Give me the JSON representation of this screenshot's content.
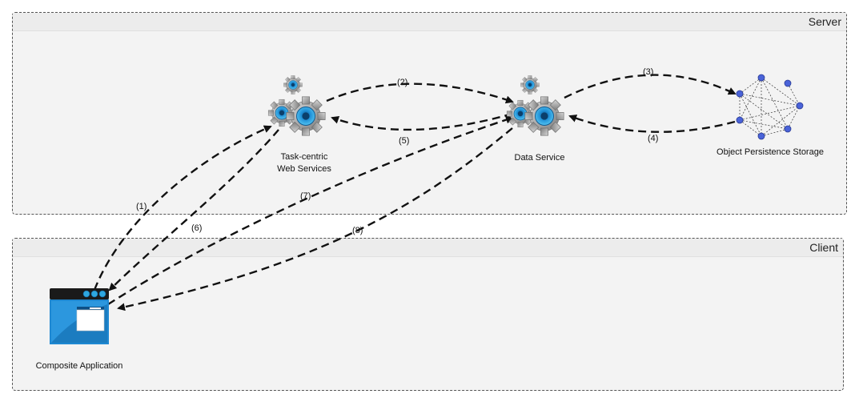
{
  "zones": {
    "server": {
      "title": "Server"
    },
    "client": {
      "title": "Client"
    }
  },
  "nodes": {
    "task_services": {
      "label_line1": "Task-centric",
      "label_line2": "Web Services",
      "icon": "gears-icon"
    },
    "data_service": {
      "label": "Data Service",
      "icon": "gears-icon"
    },
    "storage": {
      "label": "Object Persistence Storage",
      "icon": "network-mesh-icon"
    },
    "composite_app": {
      "label": "Composite Application",
      "icon": "application-window-icon"
    }
  },
  "steps": {
    "s1": "(1)",
    "s2": "(2)",
    "s3": "(3)",
    "s4": "(4)",
    "s5": "(5)",
    "s6": "(6)",
    "s7": "(7)",
    "s8": "(8)"
  },
  "colors": {
    "gear_body": "#9a9a9a",
    "gear_hub": "#2ea7e0",
    "mesh_node": "#4a63d8",
    "app_window": "#1e88d2",
    "arrow": "#111111"
  }
}
